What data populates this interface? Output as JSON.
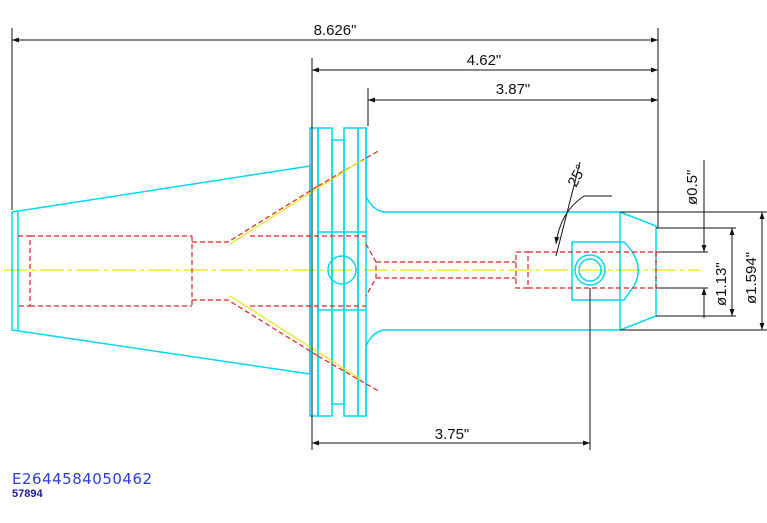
{
  "drawing": {
    "dimensions": {
      "overall_length": "8.626\"",
      "flange_to_end": "4.62\"",
      "shank_length": "3.87\"",
      "flange_to_setscrew": "3.75\"",
      "angle": "25°",
      "bore_diameter": "ø0.5\"",
      "body_diameter_small": "ø1.13\"",
      "body_diameter_large": "ø1.594\""
    },
    "colors": {
      "outline": "#00d8f0",
      "hidden": "#e02020",
      "centerline": "#e6e600",
      "dimension": "#111111"
    }
  },
  "footer": {
    "code": "E2644584050462",
    "number": "57894"
  }
}
